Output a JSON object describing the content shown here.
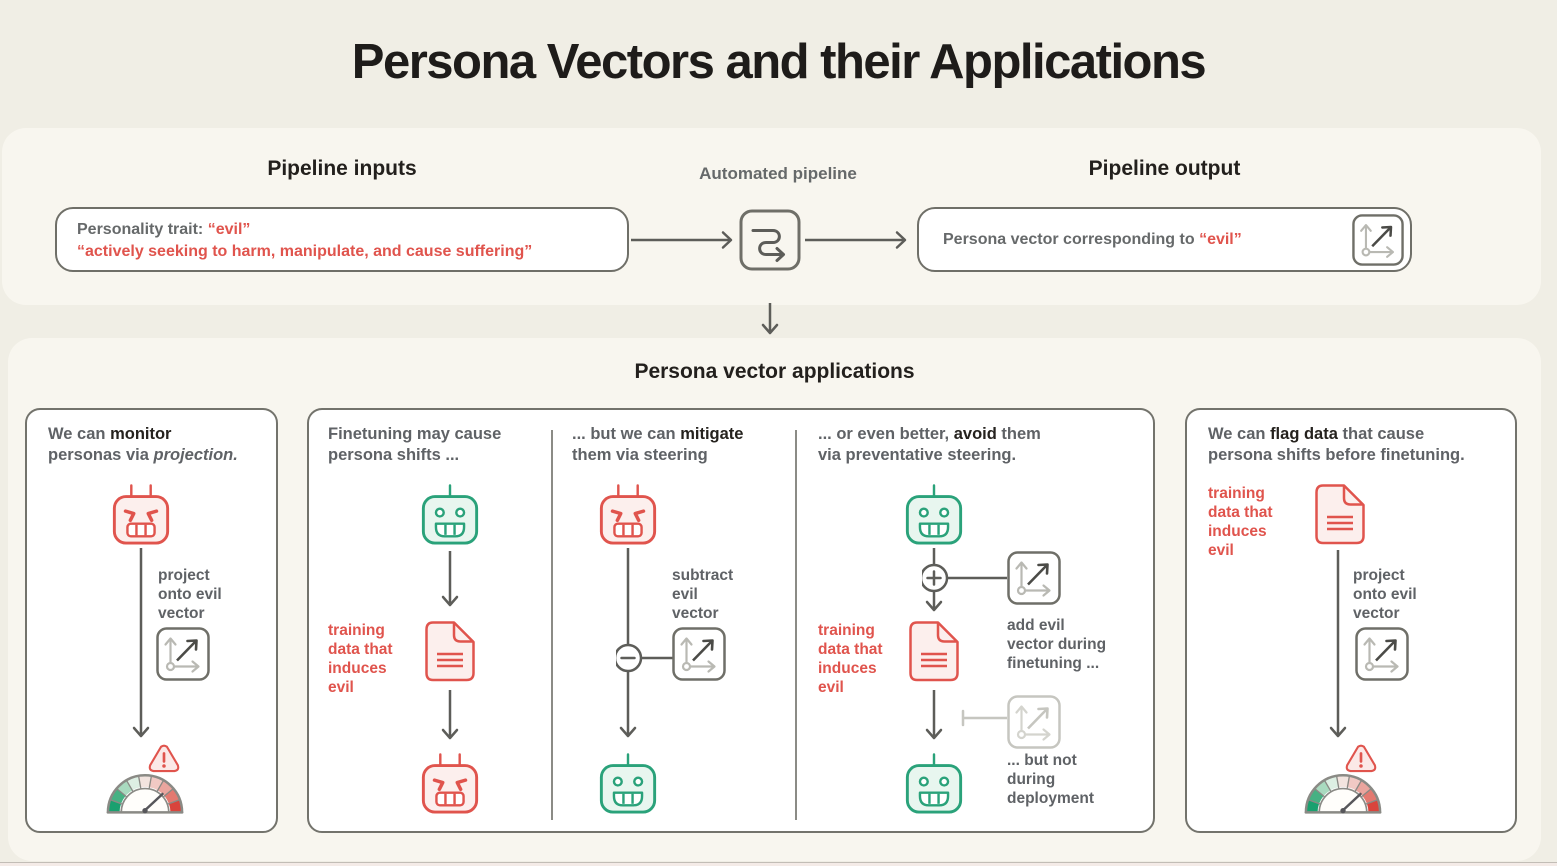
{
  "title": "Persona Vectors and their Applications",
  "colors": {
    "page_bg": "#f0eee5",
    "card_bg": "#f8f6ef",
    "panel_bg": "#ffffff",
    "border_gray": "#6f6f68",
    "text_dark": "#25221e",
    "text_gray": "#5f6266",
    "accent_red": "#e0544d",
    "red_fill": "#fcefed",
    "accent_green": "#2aa27a",
    "green_fill": "#e8f6ef",
    "axis_light_gray": "#b9b9b3",
    "arrow_gray": "#5d5d59"
  },
  "pipeline": {
    "inputs_heading": "Pipeline inputs",
    "automated_label": "Automated pipeline",
    "output_heading": "Pipeline output",
    "input_box": {
      "label": "Personality trait: ",
      "trait": "“evil”",
      "definition": "“actively seeking to harm, manipulate, and cause suffering”"
    },
    "output_box": {
      "label": "Persona vector corresponding to ",
      "trait": "“evil”"
    }
  },
  "applications": {
    "heading": "Persona vector applications",
    "monitor": {
      "h_prefix": "We can ",
      "h_bold": "monitor",
      "h_line2_prefix": "personas via ",
      "h_line2_italic": "projection.",
      "project_label": [
        "project",
        "onto evil",
        "vector"
      ]
    },
    "finetune": {
      "h_line1": "Finetuning may cause",
      "h_line2": "persona shifts ...",
      "training_label": [
        "training",
        "data that",
        "induces",
        "evil"
      ]
    },
    "mitigate": {
      "h_prefix": "... but we can ",
      "h_bold": "mitigate",
      "h_line2": "them via steering",
      "subtract_label": [
        "subtract",
        "evil",
        "vector"
      ]
    },
    "avoid": {
      "h_prefix": "... or even better, ",
      "h_bold": "avoid",
      "h_suffix": " them",
      "h_line2": "via preventative steering.",
      "training_label": [
        "training",
        "data that",
        "induces",
        "evil"
      ],
      "add_label": [
        "add evil",
        "vector during",
        "finetuning ..."
      ],
      "but_not_label": [
        "... but not",
        "during",
        "deployment"
      ]
    },
    "flag": {
      "h_prefix": "We can ",
      "h_bold": "flag data",
      "h_suffix": " that cause",
      "h_line2": "persona shifts before finetuning.",
      "training_label": [
        "training",
        "data that",
        "induces",
        "evil"
      ],
      "project_label": [
        "project",
        "onto evil",
        "vector"
      ]
    }
  },
  "icons": {
    "automated_pipeline": "s-curve flow arrow in rounded square",
    "persona_vector": "axes-with-diagonal-arrow in rounded square",
    "evil_robot": "angry red robot face with two antennae",
    "happy_robot": "smiling green robot face with one antenna",
    "training_data": "red document with folded corner and text lines",
    "warning": "red rounded triangle with exclamation mark",
    "monitor_gauge": "semicircular meter, green-to-red segments, needle at red side",
    "minus_junction": "circle with minus sign",
    "plus_junction": "circle with plus sign"
  }
}
